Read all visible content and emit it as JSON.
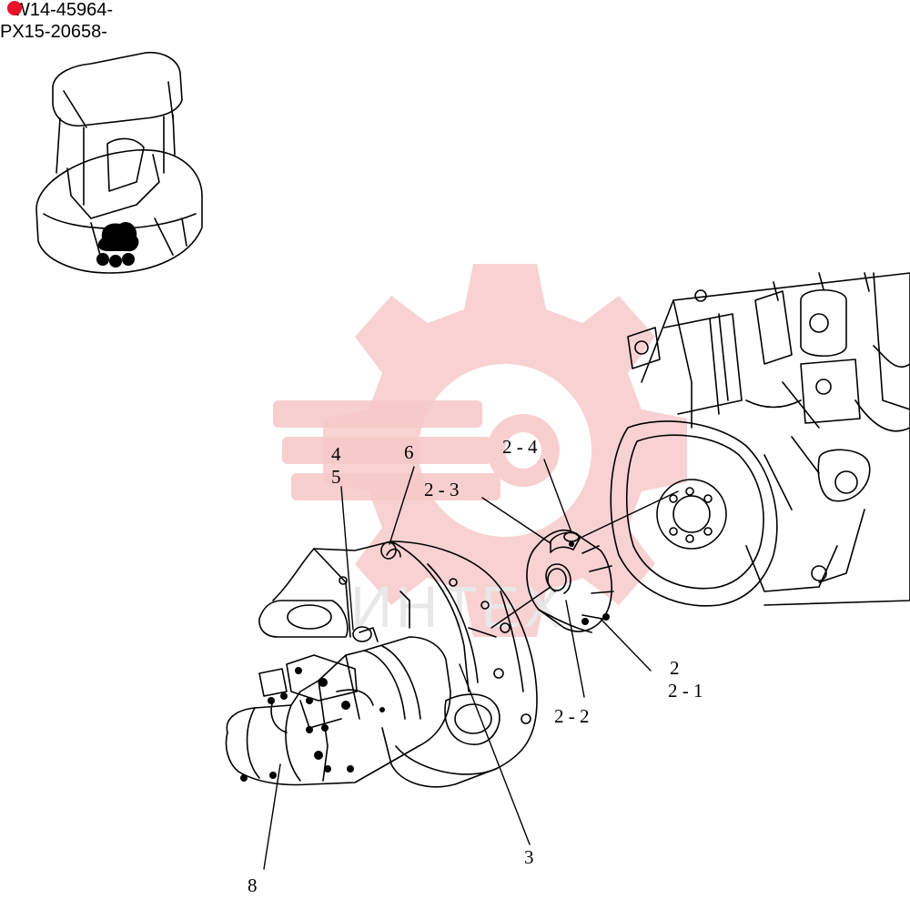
{
  "header": {
    "serial_1": "W14-45964-",
    "serial_2": "PX15-20658-"
  },
  "watermark": {
    "text": "ИНТЕХ",
    "color": "#f4c4c4"
  },
  "callouts": {
    "c4": "4",
    "c5": "5",
    "c6": "6",
    "c2_4": "2 - 4",
    "c2_3": "2 - 3",
    "c2": "2",
    "c2_1": "2 - 1",
    "c2_2": "2 - 2",
    "c3": "3",
    "c8": "8"
  },
  "colors": {
    "line": "#000000",
    "highlight": "#000000",
    "marker": "#e8102a"
  }
}
